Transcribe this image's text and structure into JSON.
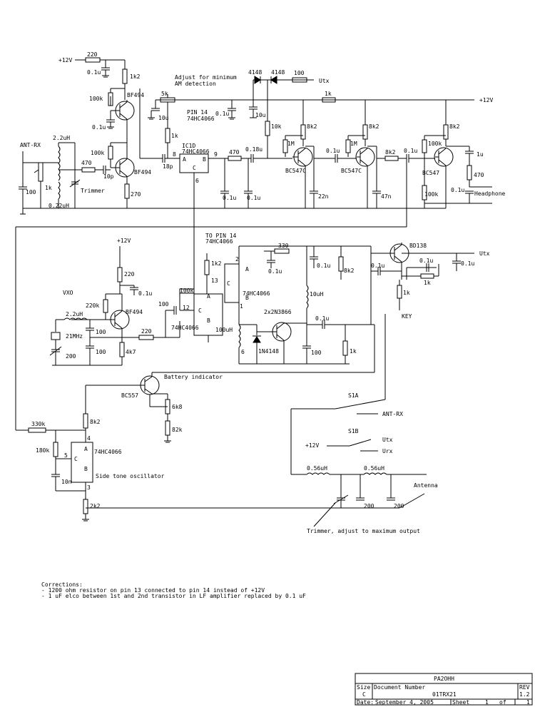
{
  "labels": {
    "plus12v_top": "+12V",
    "r220_top": "220",
    "c01u_top": "0.1u",
    "r1k2_top": "1k2",
    "r100k_a": "100k",
    "bf494_a": "BF494",
    "c01u_a": "0.1u",
    "r100k_b": "100k",
    "bf494_b": "BF494",
    "r270": "270",
    "ant_rx": "ANT-RX",
    "l22uh": "2.2uH",
    "r470_a": "470",
    "c10p": "10p",
    "pot1k": "1k",
    "c100_a": "100",
    "trimmer_a": "Trimmer",
    "l022uh": "0.22uH",
    "adjust_note_1": "Adjust for minimum",
    "adjust_note_2": "AM detection",
    "pot5k": "5k",
    "c10u_a": "10u",
    "pin14_1": "PIN 14",
    "pin14_2": "74HC4066",
    "c01u_b": "0.1u",
    "c10u_b": "10u",
    "d4148_a": "4148",
    "d4148_b": "4148",
    "r100_utx": "100",
    "utx_a": "Utx",
    "r1k_top": "1k",
    "plus12v_right": "+12V",
    "r1k_ic": "1k",
    "ic1d_1": "IC1D",
    "ic1d_2": "74HC4066",
    "pin_a": "A",
    "pin_b": "B",
    "pin_c": "C",
    "pin8": "8",
    "pin9": "9",
    "pin6": "6",
    "c18p": "18p",
    "r470_b": "470",
    "c018u": "0.18u",
    "r10k_a": "10k",
    "c01u_c": "0.1u",
    "c01u_d": "0.1u",
    "r8k2_a": "8k2",
    "r1m_a": "1M",
    "bc547c_a": "BC547C",
    "c22n": "22n",
    "c01u_e": "0.1u",
    "r8k2_b": "8k2",
    "r1m_b": "1M",
    "bc547c_b": "BC547C",
    "c47n": "47n",
    "r8k2_c": "8k2",
    "c01u_f": "0.1u",
    "r8k2_d": "8k2",
    "r100k_c": "100k",
    "bc547": "BC547",
    "c1u": "1u",
    "r470_c": "470",
    "r100k_d": "100k",
    "c01u_g": "0.1u",
    "headphone": "Headphone",
    "to_pin14_1": "TO PIN 14",
    "to_pin14_2": "74HC4066",
    "r330": "330",
    "bd138": "BD138",
    "utx_b": "Utx",
    "c01u_h": "0.1u",
    "r1k2_b": "1k2",
    "c01u_i": "0.1u",
    "r8k2_e": "8k2",
    "c01u_j": "0.1u",
    "c01u_k": "0.1u",
    "c01u_l": "0.1u",
    "r1k_b": "1k",
    "r1k_c": "1k",
    "key": "KEY",
    "plus12v_vxo": "+12V",
    "r220_vxo": "220",
    "c01u_vxo": "0.1u",
    "vxo": "VXO",
    "r220k": "220k",
    "bf494_c": "BF494",
    "l22uh_b": "2.2uH",
    "c100_b": "100",
    "xtal": "21MHz",
    "c100_c": "100",
    "c200_a": "200",
    "r4k7": "4k7",
    "r220_b": "220",
    "r100k_e": "100k",
    "c100_d": "100",
    "pin12": "12",
    "pin13": "13",
    "ic_74hc_a": "74HC4066",
    "ic_74hc_b": "74HC4066",
    "l10uh": "10uH",
    "l100uh": "100uH",
    "q2n3866": "2x2N3866",
    "c01u_m": "0.1u",
    "d1n4148": "1N4148",
    "pin1": "1",
    "pin2": "2",
    "pin6b": "6",
    "c100_e": "100",
    "r1k_d": "1k",
    "batt": "Battery indicator",
    "bc557": "BC557",
    "r6k8": "6k8",
    "r82k": "82k",
    "s1a": "S1A",
    "ant_rx_b": "ANT-RX",
    "s1b": "S1B",
    "plus12v_s1b": "+12V",
    "utx_c": "Utx",
    "urx": "Urx",
    "r330k": "330k",
    "r8k2_f": "8k2",
    "r180k": "180k",
    "pin4": "4",
    "pin5": "5",
    "pin3": "3",
    "ic_74hc_c": "74HC4066",
    "c10n": "10n",
    "side_tone": "Side tone oscillator",
    "r2k2": "2k2",
    "l056_a": "0.56uH",
    "l056_b": "0.56uH",
    "antenna": "Antenna",
    "c200_b": "200",
    "c200_c": "200",
    "trimmer_note": "Trimmer, adjust to maximum output"
  },
  "corrections": {
    "title": "Corrections:",
    "line1": "- 1200 ohm resistor on pin 13 connected to pin 14 instead of +12V",
    "line2": "- 1 uF elco between 1st and 2nd transistor in LF amplifier replaced by 0.1 uF"
  },
  "title_block": {
    "title": "PA2OHH",
    "size_label": "Size",
    "size_value": "C",
    "docnum_label": "Document Number",
    "docnum_value": "01TRX21",
    "rev_label": "REV",
    "rev_value": "1.2",
    "date_label": "Date:",
    "date_value": "September  4, 2005",
    "sheet_label": "Sheet",
    "sheet_value": "1",
    "of_label": "of",
    "of_value": "1"
  }
}
